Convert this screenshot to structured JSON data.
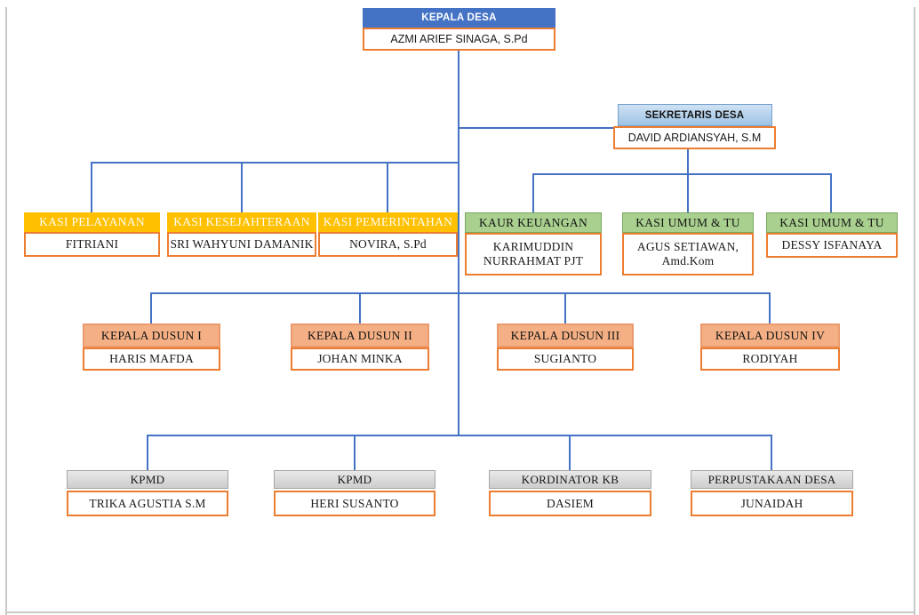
{
  "org": {
    "nodes": [
      {
        "title": "KEPALA DESA",
        "name": "AZMI ARIEF SINAGA, S.Pd"
      },
      {
        "title": "SEKRETARIS DESA",
        "name": "DAVID ARDIANSYAH, S.M"
      },
      {
        "title": "KASI PELAYANAN",
        "name": "FITRIANI"
      },
      {
        "title": "KASI KESEJAHTERAAN",
        "name": "SRI WAHYUNI DAMANIK"
      },
      {
        "title": "KASI PEMERINTAHAN",
        "name": "NOVIRA, S.Pd"
      },
      {
        "title": "KAUR KEUANGAN",
        "name": "KARIMUDDIN NURRAHMAT PJT"
      },
      {
        "title": "KASI UMUM & TU",
        "name": "AGUS SETIAWAN, Amd.Kom"
      },
      {
        "title": "KASI UMUM & TU",
        "name": "DESSY ISFANAYA"
      },
      {
        "title": "KEPALA DUSUN I",
        "name": "HARIS MAFDA"
      },
      {
        "title": "KEPALA DUSUN II",
        "name": "JOHAN MINKA"
      },
      {
        "title": "KEPALA DUSUN III",
        "name": "SUGIANTO"
      },
      {
        "title": "KEPALA DUSUN IV",
        "name": "RODIYAH"
      },
      {
        "title": "KPMD",
        "name": "TRIKA AGUSTIA S.M"
      },
      {
        "title": "KPMD",
        "name": "HERI SUSANTO"
      },
      {
        "title": "KORDINATOR KB",
        "name": "DASIEM"
      },
      {
        "title": "PERPUSTAKAAN DESA",
        "name": "JUNAIDAH"
      }
    ],
    "colors": {
      "top_header": "#4472C4",
      "secretary_header": "#9DC3E6",
      "kasi_header": "#FFC000",
      "kaur_header": "#A9D08E",
      "dusun_header": "#F4B084",
      "bottom_header": "#D9D9D9",
      "name_box_border": "#ED7D31",
      "connector_line": "#4472C4"
    }
  }
}
